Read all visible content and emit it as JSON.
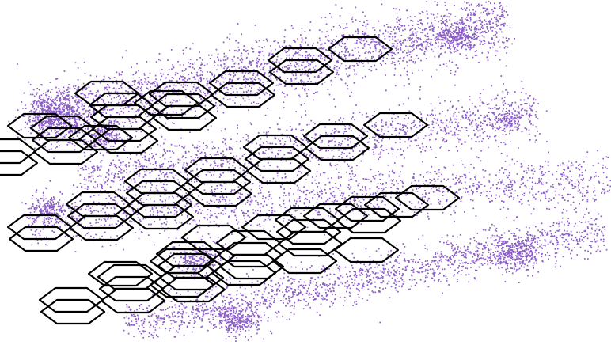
{
  "figure": {
    "kind": "hexagonal grid layers over point clouds",
    "layer_count": 4,
    "hexes_per_layer": [
      18,
      18,
      16,
      16
    ],
    "colors": {
      "background": "#ffffff",
      "point_cloud": "#8a5cc6",
      "hex_outline": "#000000"
    }
  }
}
